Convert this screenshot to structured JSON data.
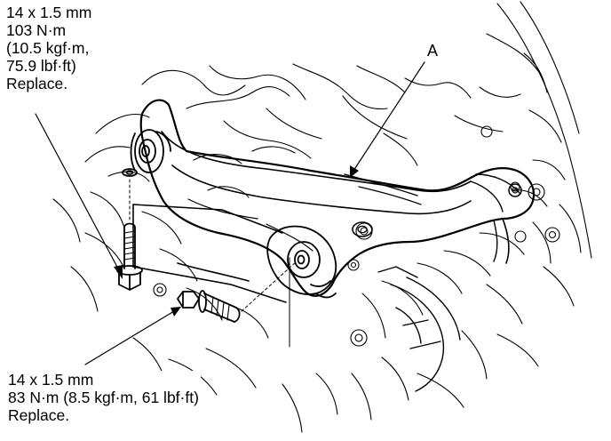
{
  "callouts": {
    "top_bolt": {
      "lines": [
        "14 x 1.5 mm",
        "103 N·m",
        "(10.5 kgf·m,",
        "75.9 lbf·ft)",
        "Replace."
      ]
    },
    "bottom_bolt": {
      "lines": [
        "14 x 1.5 mm",
        "83 N·m (8.5 kgf·m, 61 lbf·ft)",
        "Replace."
      ]
    },
    "part_label": "A"
  },
  "colors": {
    "ink": "#000000",
    "background": "#ffffff"
  }
}
